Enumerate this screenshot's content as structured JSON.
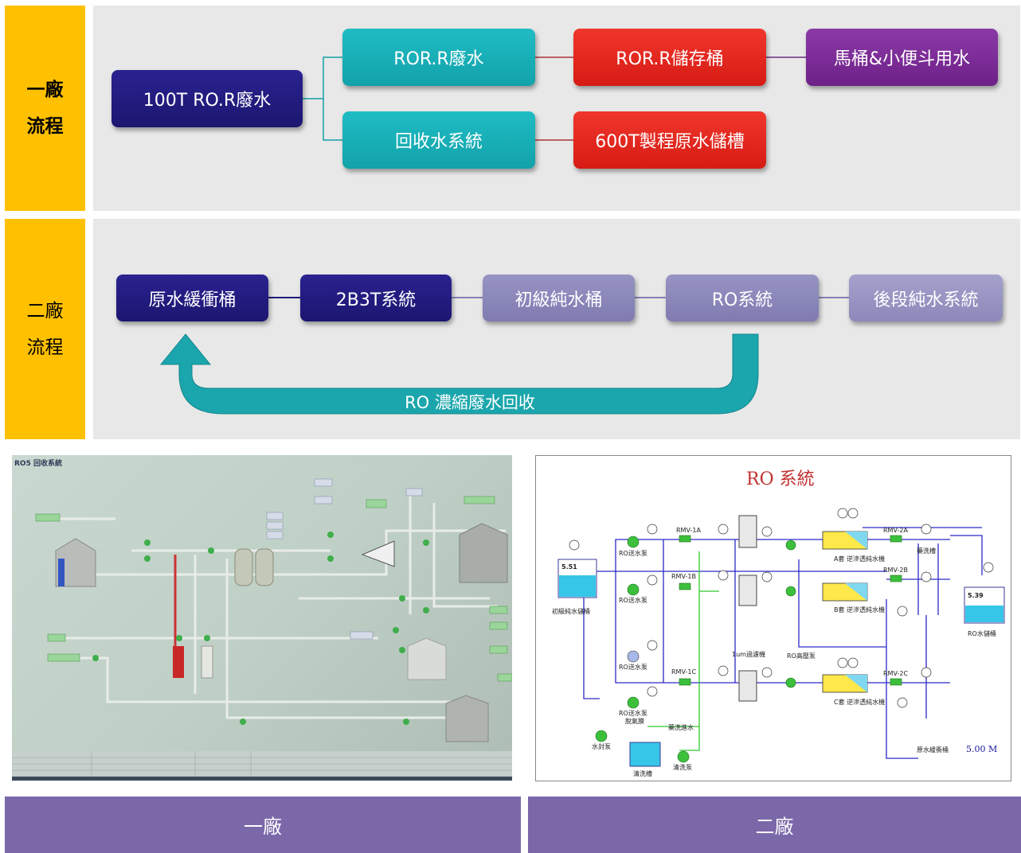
{
  "plant1": {
    "tab_line1": "一廠",
    "tab_line2": "流程",
    "source": "100T RO.R廢水",
    "branch_top": "ROR.R廢水",
    "storage": "ROR.R儲存桶",
    "toilet": "馬桶&小便斗用水",
    "branch_bottom": "回收水系統",
    "process_tank": "600T製程原水儲槽"
  },
  "plant2": {
    "tab_line1": "二廠",
    "tab_line2": "流程",
    "steps": [
      "原水緩衝桶",
      "2B3T系統",
      "初級純水桶",
      "RO系統",
      "後段純水系統"
    ],
    "recycle_label": "RO 濃縮廢水回收"
  },
  "screenshot_left": {
    "title": "RO5 回收系統"
  },
  "screenshot_right": {
    "title": "RO 系統",
    "left_tank_value": "5.51",
    "left_tank_label": "初級純水儲桶",
    "right_tank_value": "5.39",
    "right_tank_label": "RO水儲桶",
    "filter_label": "1um過濾機",
    "bottom_tank_label": "原水緩衝桶",
    "bottom_value": "5.00 M",
    "pumps": [
      "RO送水泵",
      "RO送水泵",
      "RO送水泵",
      "RO送水泵"
    ],
    "rows": [
      "A套 逆滲透純水機",
      "B套 逆滲透純水機",
      "C套 逆滲透純水機"
    ],
    "high_pump": "RO高壓泵",
    "rmv": [
      "RMV-1A",
      "RMV-1B",
      "RMV-1C",
      "RMV-2A",
      "RMV-2B",
      "RMV-2C"
    ],
    "flush": "藥洗槽",
    "clean_tank": "清洗槽",
    "clean_pump": "清洗泵",
    "degas": "脫氣膜",
    "water_pump": "水封泵",
    "flush_water": "藥洗進水"
  },
  "captions": {
    "left": "一廠",
    "right": "二廠"
  },
  "colors": {
    "tab": "#ffc000",
    "panel": "#e8e8e8",
    "teal": "#13a2aa",
    "red": "#e0241c",
    "purple": "#7a2a96",
    "navy": "#1f1a7c",
    "lavender": "#8682b7",
    "caption": "#7b68a9"
  }
}
